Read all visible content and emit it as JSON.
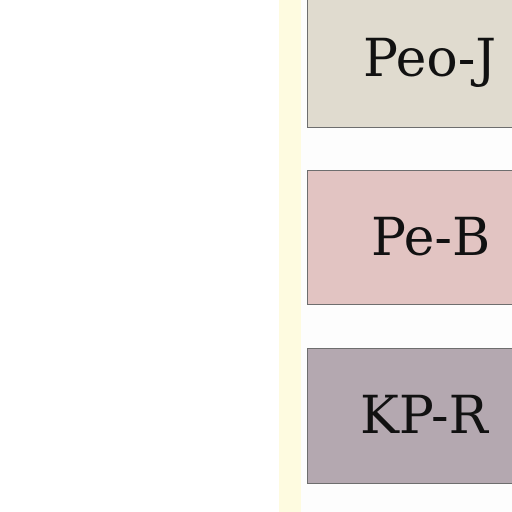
{
  "colors": {
    "background": "#ffffff",
    "strip": "#fefbe0"
  },
  "nodes": [
    {
      "label": "Peo-J",
      "fill": "#e0dbcf"
    },
    {
      "label": "Pe-B",
      "fill": "#e2c4c2"
    },
    {
      "label": "KP-R",
      "fill": "#b4a8b0"
    }
  ]
}
